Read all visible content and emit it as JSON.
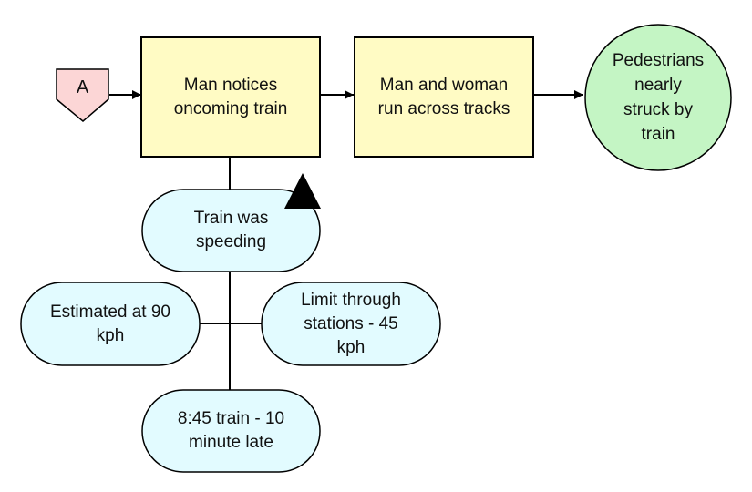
{
  "colors": {
    "event_fill": "#fffbc4",
    "outcome_fill": "#c4f5c4",
    "factor_fill": "#e2fbff",
    "connector_fill": "#fcd6d6",
    "stroke": "#000000"
  },
  "connector": {
    "label": "A",
    "icon": "off-page-connector"
  },
  "events": [
    {
      "label": "Man notices\noncoming train"
    },
    {
      "label": "Man and woman\nrun across tracks"
    }
  ],
  "outcome": {
    "label": "Pedestrians\nnearly\nstruck by\ntrain"
  },
  "factors": [
    {
      "label": "Train was\nspeeding"
    },
    {
      "label": "Estimated at 90\nkph"
    },
    {
      "label": "Limit through\nstations - 45\nkph"
    },
    {
      "label": "8:45 train - 10\nminute late"
    }
  ],
  "marker": {
    "icon": "black-triangle-marker"
  }
}
